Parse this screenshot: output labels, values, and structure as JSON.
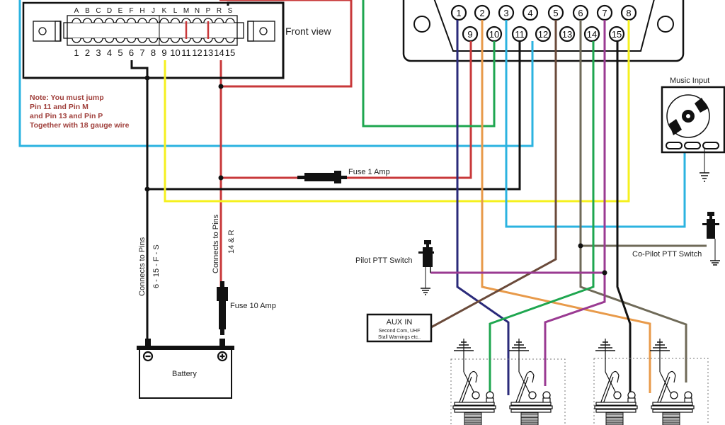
{
  "diagram": {
    "title_hint": "Aircraft intercom wiring diagram",
    "front_view_label": "Front view",
    "connector_letters": [
      "A",
      "B",
      "C",
      "D",
      "E",
      "F",
      "H",
      "J",
      "K",
      "L",
      "M",
      "N",
      "P",
      "R",
      "S"
    ],
    "connector_numbers": [
      "1",
      "2",
      "3",
      "4",
      "5",
      "6",
      "7",
      "8",
      "9",
      "10",
      "11",
      "12",
      "13",
      "14",
      "15"
    ],
    "note_lines": [
      "Note: You must jump",
      "Pin 11 and Pin M",
      "and Pin 13 and Pin P",
      "Together with 18 gauge wire"
    ],
    "db15_pins_top": [
      "1",
      "2",
      "3",
      "4",
      "5",
      "6",
      "7",
      "8"
    ],
    "db15_pins_bottom": [
      "9",
      "10",
      "11",
      "12",
      "13",
      "14",
      "15"
    ],
    "music_input_label": "Music Input",
    "fuse_1_label": "Fuse 1 Amp",
    "fuse_10_label": "Fuse 10 Amp",
    "connects_pins_left_1": "Connects to Pins",
    "connects_pins_left_2": "6 - 15 - F - S",
    "connects_pins_right_1": "Connects to Pins",
    "connects_pins_right_2": "14 & R",
    "battery_label": "Battery",
    "pilot_ptt_label": "Pilot PTT Switch",
    "copilot_ptt_label": "Co-Pilot PTT Switch",
    "aux_in_title": "AUX IN",
    "aux_in_line1": "Second Com, UHF",
    "aux_in_line2": "Stall Warnings etc.."
  },
  "colors": {
    "red": "#c8383a",
    "black": "#111111",
    "yellow": "#f5f01e",
    "cyan": "#2bb3e0",
    "green": "#1ea64f",
    "navy": "#2a2a7a",
    "orange": "#e89a4a",
    "brown": "#6a4a3a",
    "olive": "#6f6a58",
    "purple": "#9a3a92",
    "note": "#a0403c"
  }
}
